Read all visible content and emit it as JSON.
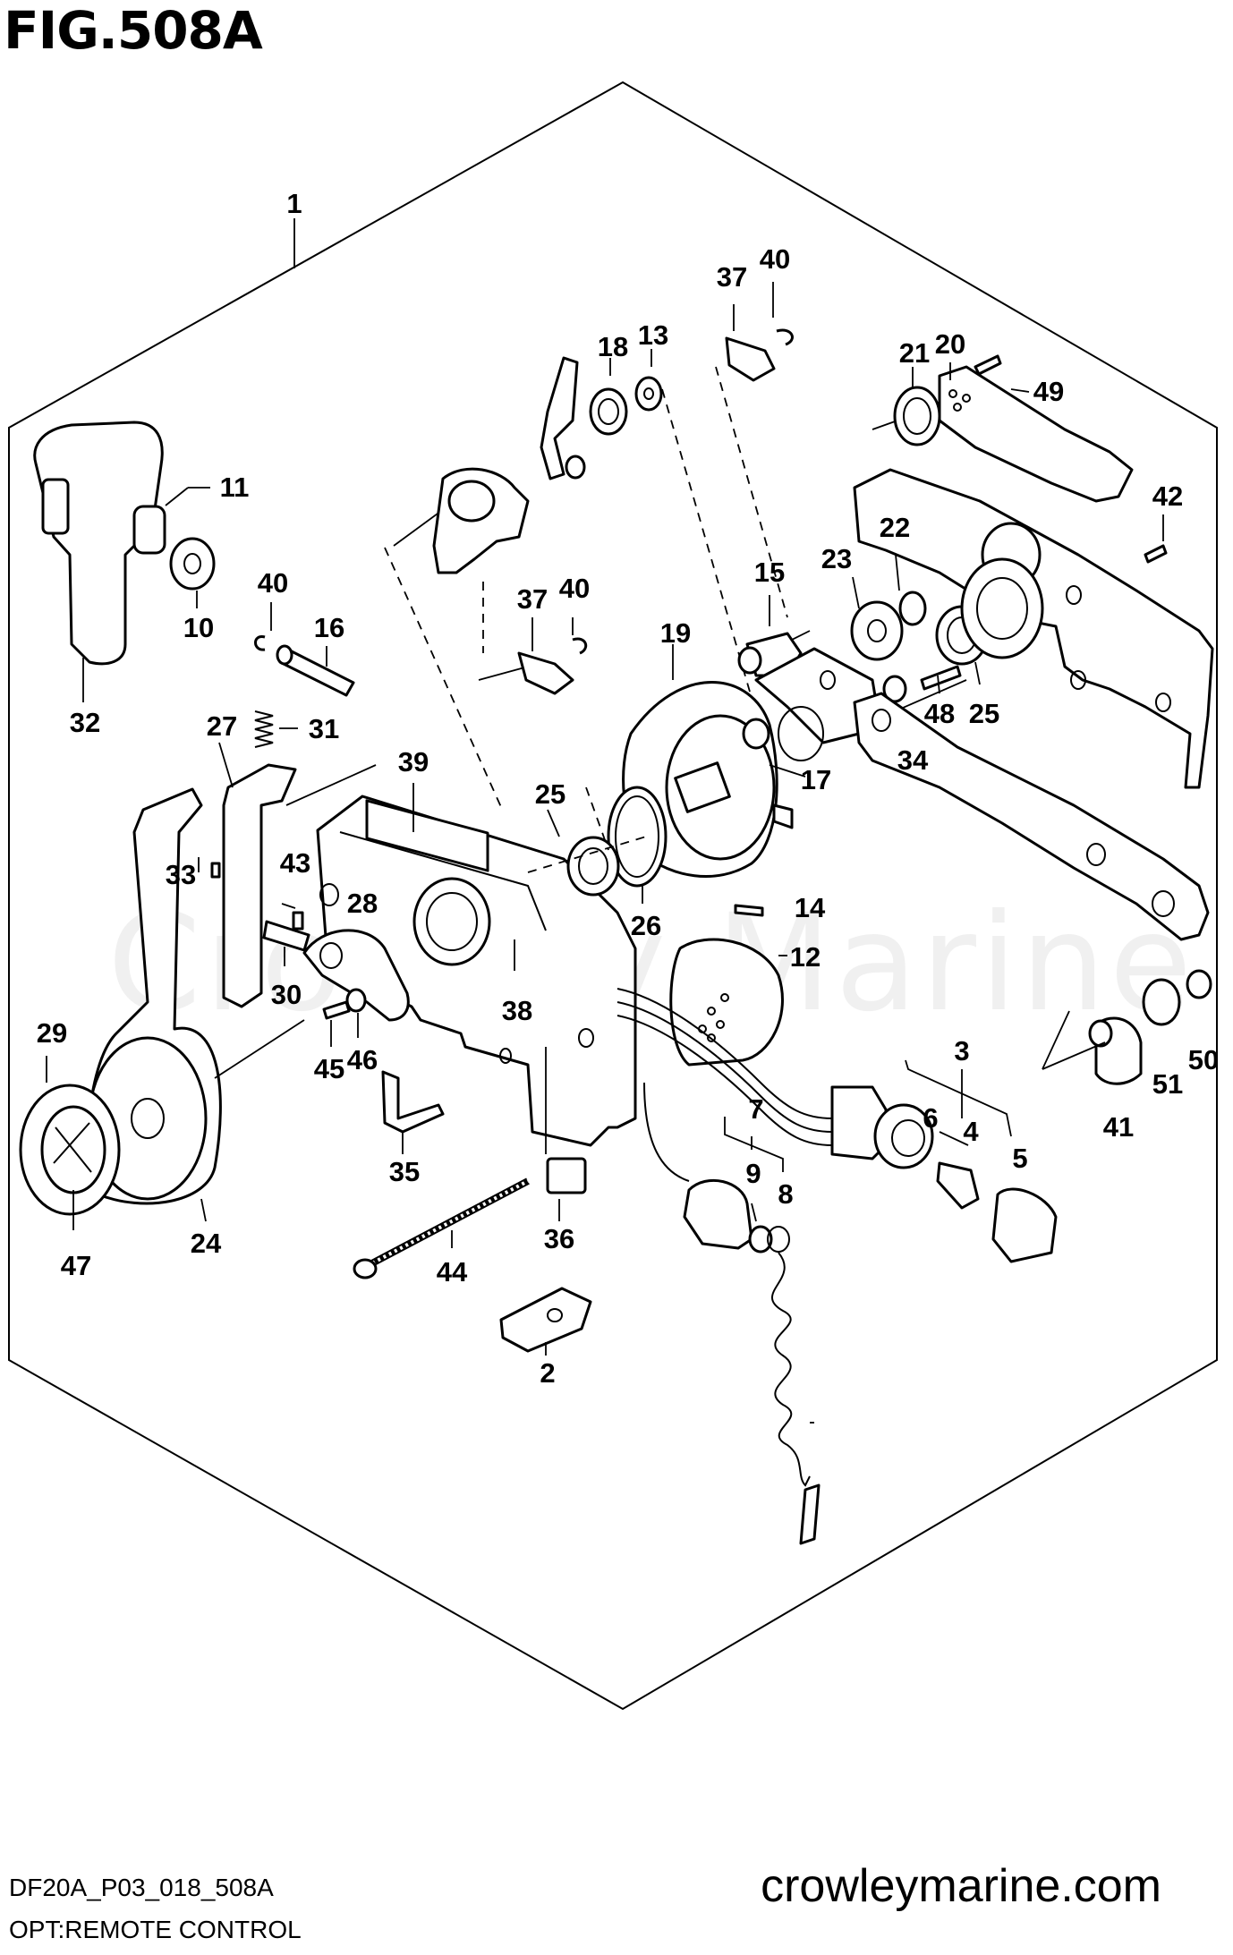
{
  "figure": {
    "title": "FIG.508A",
    "code": "DF20A_P03_018_508A",
    "name": "OPT:REMOTE CONTROL",
    "website": "crowleymarine.com",
    "watermark": "Crowley Marine"
  },
  "callouts": [
    "1",
    "2",
    "3",
    "4",
    "5",
    "6",
    "7",
    "8",
    "9",
    "10",
    "11",
    "12",
    "13",
    "14",
    "15",
    "16",
    "17",
    "18",
    "19",
    "20",
    "21",
    "22",
    "23",
    "24",
    "25",
    "25",
    "26",
    "27",
    "28",
    "29",
    "30",
    "31",
    "32",
    "33",
    "34",
    "35",
    "36",
    "37",
    "37",
    "38",
    "39",
    "40",
    "40",
    "40",
    "41",
    "42",
    "43",
    "44",
    "45",
    "46",
    "47",
    "48",
    "49",
    "50",
    "51"
  ]
}
